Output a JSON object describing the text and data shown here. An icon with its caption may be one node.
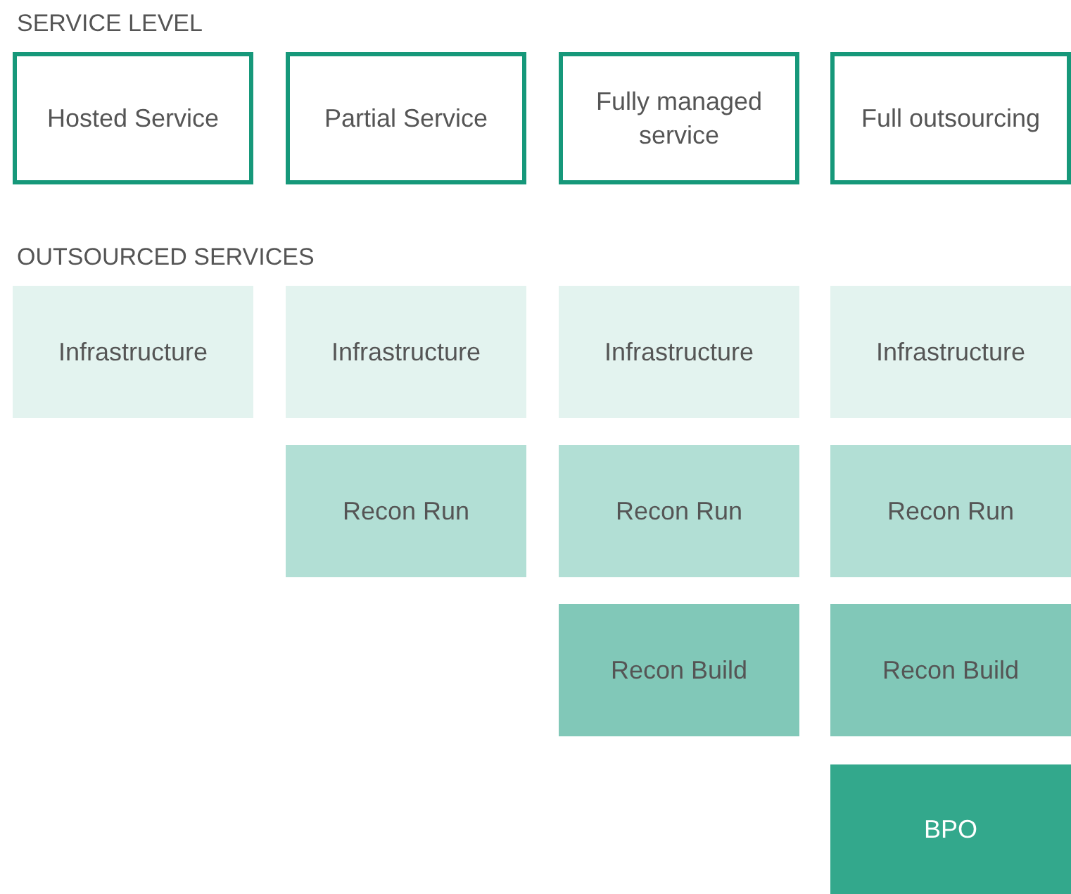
{
  "diagram": {
    "nodes": [
      {
        "text": [
          "Hosted Service"
        ]
      },
      {
        "text": [
          "Partial Service"
        ]
      },
      {
        "text": [
          "Fully managed service"
        ]
      },
      {
        "text": [
          "Full outsourcing"
        ]
      },
      {
        "text": [
          "Infrastructure"
        ]
      },
      {
        "text": [
          "Infrastructure"
        ]
      },
      {
        "text": [
          "Infrastructure"
        ]
      },
      {
        "text": [
          "Infrastructure"
        ]
      },
      {
        "text": [
          "Recon Run"
        ]
      },
      {
        "text": [
          "Recon Run"
        ]
      },
      {
        "text": [
          "Recon Run"
        ]
      },
      {
        "text": [
          "Recon Build"
        ]
      },
      {
        "text": [
          "Recon Build"
        ]
      },
      {
        "text": [
          "BPO"
        ]
      }
    ],
    "labels": [
      "SERVICE LEVEL",
      "OUTSOURCED SERVICES"
    ]
  }
}
